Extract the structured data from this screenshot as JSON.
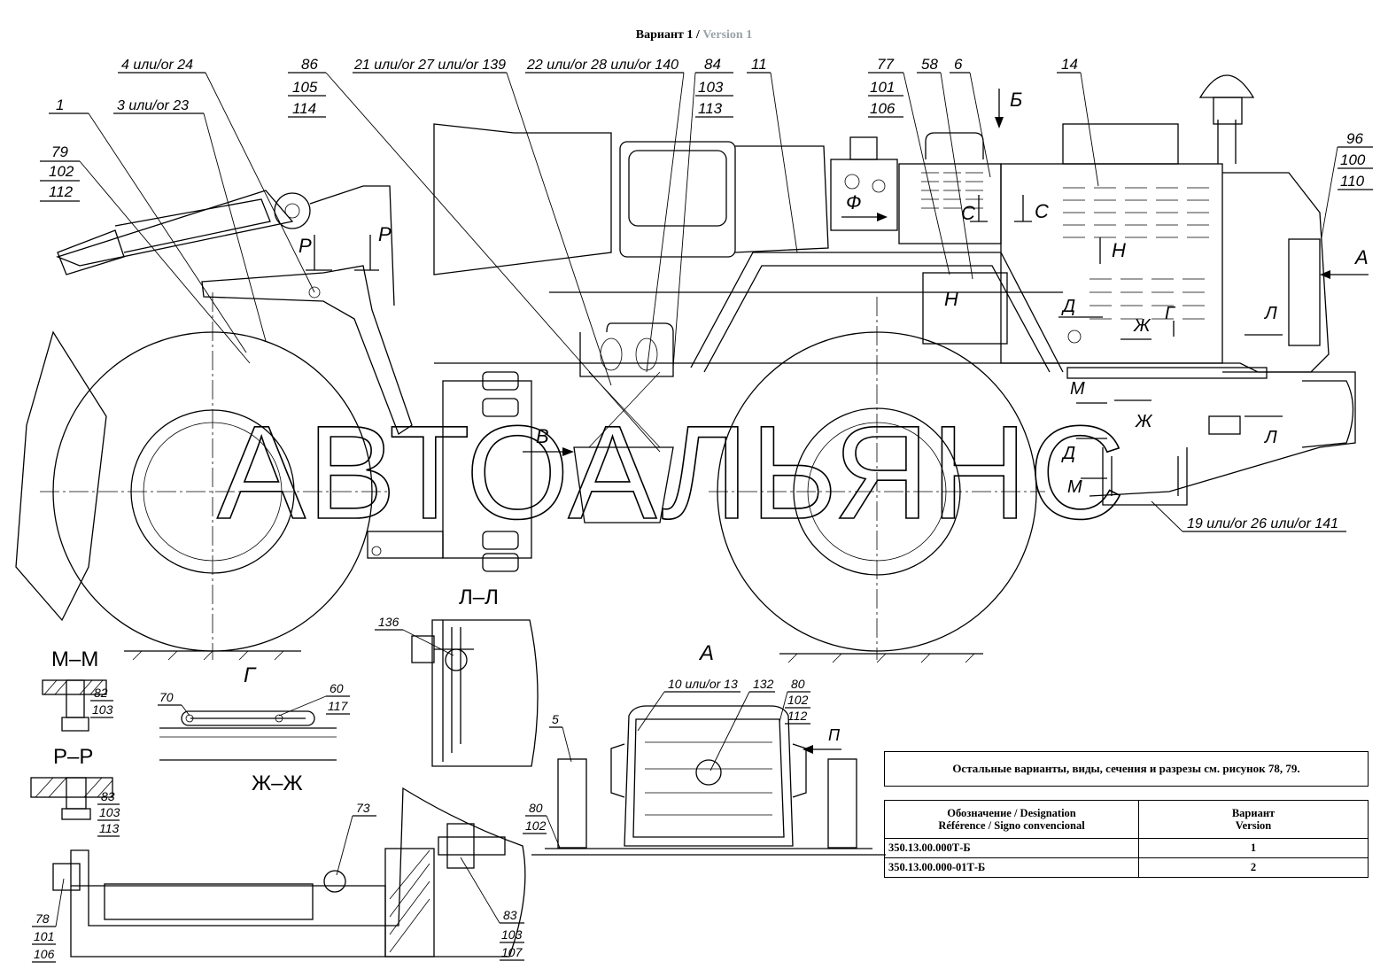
{
  "title": {
    "ru": "Вариант 1 /",
    "en": "Version 1"
  },
  "watermark": "АВТОАЛЬЯНС",
  "note": "Остальные варианты, виды, сечения и разрезы см. рисунок 78, 79.",
  "table": {
    "header_designation": [
      "Обозначение / Designation",
      "Référence / Signo convencional"
    ],
    "header_version": [
      "Вариант",
      "Version"
    ],
    "rows": [
      {
        "code": "350.13.00.000Т-Б",
        "version": "1"
      },
      {
        "code": "350.13.00.000-01Т-Б",
        "version": "2"
      }
    ]
  },
  "callouts": {
    "c79": [
      "79",
      "102",
      "112"
    ],
    "c1": "1",
    "c3": "3 или/or 23",
    "c4": "4 или/or 24",
    "c86": [
      "86",
      "105",
      "114"
    ],
    "c21": "21 или/or 27 или/or 139",
    "c22": "22 или/or 28 или/or 140",
    "c84": [
      "84",
      "103",
      "113"
    ],
    "c11": "11",
    "c77": [
      "77",
      "101",
      "106"
    ],
    "c58": "58",
    "c6": "6",
    "c14": "14",
    "c96": [
      "96",
      "100",
      "110"
    ],
    "c19": "19 или/or 26 или/or 141",
    "c136": "136",
    "c82": [
      "82",
      "103"
    ],
    "c70": "70",
    "c60": [
      "60",
      "117"
    ],
    "c83a": [
      "83",
      "103",
      "113"
    ],
    "c73": "73",
    "c83b": [
      "83",
      "103",
      "107"
    ],
    "c78": [
      "78",
      "101",
      "106"
    ],
    "c5": "5",
    "c10": "10 или/or 13",
    "c132": "132",
    "c80a": [
      "80",
      "102",
      "112"
    ],
    "c80b": [
      "80",
      "102"
    ]
  },
  "markers": {
    "B_view": "Б",
    "A_view": "А",
    "C1": "С",
    "C2": "С",
    "F": "Ф",
    "N1": "Н",
    "N2": "Н",
    "P1": "Р",
    "P2": "Р",
    "V": "В",
    "D1": "Д",
    "D2": "Д",
    "ZH1": "Ж",
    "ZH2": "Ж",
    "G": "Г",
    "L1": "Л",
    "L2": "Л",
    "M1": "М",
    "M2": "М",
    "P_view": "П"
  },
  "sections": {
    "MM": "М–М",
    "RR": "Р–Р",
    "G": "Г",
    "LL": "Л–Л",
    "ZHZH": "Ж–Ж",
    "A": "А"
  }
}
